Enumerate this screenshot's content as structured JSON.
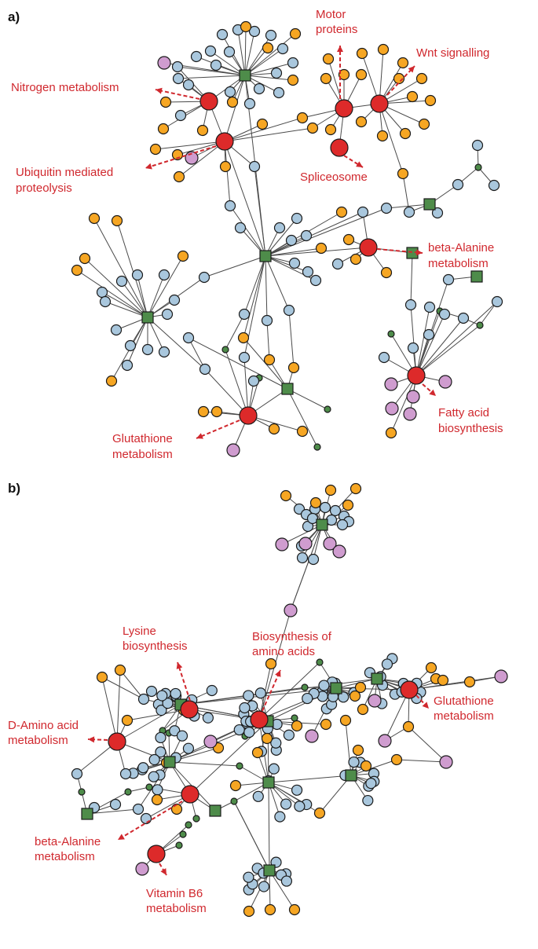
{
  "colors": {
    "pathway": "#dd2a2a",
    "protein": "#a9c7dd",
    "orange": "#f6a623",
    "violet": "#cf9ccf",
    "hub": "#4e8c4a",
    "small": "#4e8c4a",
    "edge": "#4a4a4a",
    "annotation": "#d0282e"
  },
  "panels": [
    {
      "id": "a",
      "label": "a)",
      "annotations": [
        {
          "id": "motor",
          "lines": [
            "Motor",
            "proteins"
          ]
        },
        {
          "id": "wnt",
          "lines": [
            "Wnt signalling"
          ]
        },
        {
          "id": "nitrogen",
          "lines": [
            "Nitrogen metabolism"
          ]
        },
        {
          "id": "ubiquitin",
          "lines": [
            "Ubiquitin mediated",
            "proteolysis"
          ]
        },
        {
          "id": "spliceosome",
          "lines": [
            "Spliceosome"
          ]
        },
        {
          "id": "betaala_a",
          "lines": [
            "beta-Alanine",
            "metabolism"
          ]
        },
        {
          "id": "fatty",
          "lines": [
            "Fatty acid",
            "biosynthesis"
          ]
        },
        {
          "id": "glutathione_a",
          "lines": [
            "Glutathione",
            "metabolism"
          ]
        }
      ]
    },
    {
      "id": "b",
      "label": "b)",
      "annotations": [
        {
          "id": "lysine",
          "lines": [
            "Lysine",
            "biosynthesis"
          ]
        },
        {
          "id": "aminoacids",
          "lines": [
            "Biosynthesis of",
            "amino acids"
          ]
        },
        {
          "id": "damino",
          "lines": [
            "D-Amino acid",
            "metabolism"
          ]
        },
        {
          "id": "glutathione_b",
          "lines": [
            "Glutathione",
            "metabolism"
          ]
        },
        {
          "id": "betaala_b",
          "lines": [
            "beta-Alanine",
            "metabolism"
          ]
        },
        {
          "id": "b6",
          "lines": [
            "Vitamin B6",
            "metabolism"
          ]
        }
      ]
    }
  ]
}
